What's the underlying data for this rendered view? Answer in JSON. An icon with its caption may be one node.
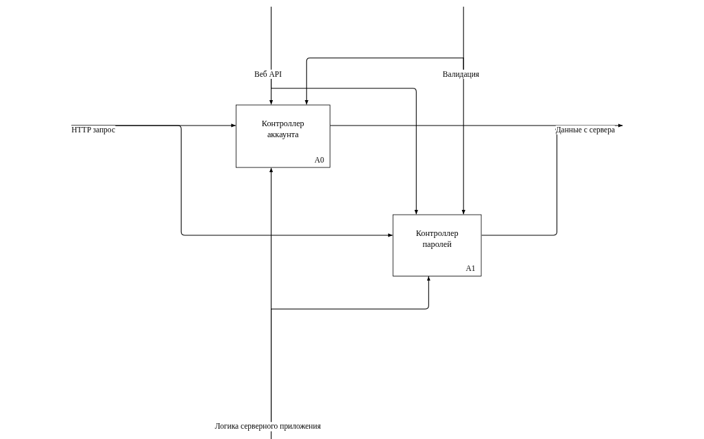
{
  "diagram": {
    "nodes": [
      {
        "text": [
          "Веб API"
        ]
      },
      {
        "text": [
          "Валидация"
        ]
      },
      {
        "text": [
          "HTTP запрос"
        ]
      },
      {
        "text": [
          "Контроллер аккаунта",
          "A0"
        ]
      },
      {
        "text": [
          "Данные с сервера"
        ]
      },
      {
        "text": [
          "Контроллер паролей",
          "A1"
        ]
      },
      {
        "text": [
          "Логика серверного приложения"
        ]
      }
    ],
    "edges": [
      {
        "from": 0,
        "to": 3,
        "arrow": "to"
      },
      {
        "from": 0,
        "to": 5,
        "arrow": "to"
      },
      {
        "from": 1,
        "to": 3,
        "arrow": "to"
      },
      {
        "from": 1,
        "to": 5,
        "arrow": "to"
      },
      {
        "from": 2,
        "to": 3,
        "arrow": "to"
      },
      {
        "from": 2,
        "to": 5,
        "arrow": "to"
      },
      {
        "from": 6,
        "to": 3,
        "arrow": "to"
      },
      {
        "from": 6,
        "to": 5,
        "arrow": "to"
      },
      {
        "from": 3,
        "to": 4,
        "arrow": "to"
      },
      {
        "from": 5,
        "to": 4,
        "arrow": "to"
      }
    ]
  }
}
